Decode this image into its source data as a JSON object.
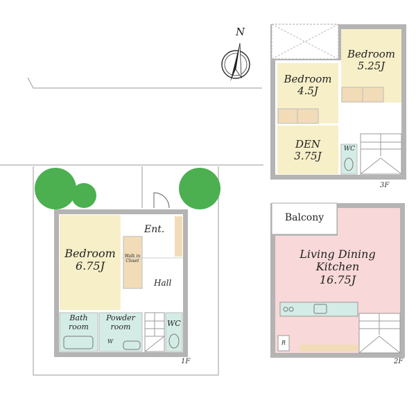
{
  "compass": {
    "label": "N"
  },
  "floors": {
    "f1": {
      "label": "1F",
      "rooms": {
        "bedroom": {
          "name": "Bedroom",
          "size": "6.75J"
        },
        "entrance": {
          "name": "Ent."
        },
        "closet": {
          "name": "Walk in",
          "name2": "Closet"
        },
        "hall": {
          "name": "Hall"
        },
        "bath": {
          "name": "Bath",
          "name2": "room"
        },
        "powder": {
          "name": "Powder",
          "name2": "room",
          "mark": "W"
        },
        "wc": {
          "name": "WC"
        }
      }
    },
    "f2": {
      "label": "2F",
      "rooms": {
        "balcony": {
          "name": "Balcony"
        },
        "ldk": {
          "name": "Living Dining",
          "name2": "Kitchen",
          "size": "16.75J"
        },
        "fridge": {
          "mark": "R"
        }
      }
    },
    "f3": {
      "label": "3F",
      "rooms": {
        "bedroom_a": {
          "name": "Bedroom",
          "size": "5.25J"
        },
        "bedroom_b": {
          "name": "Bedroom",
          "size": "4.5J"
        },
        "den": {
          "name": "DEN",
          "size": "3.75J"
        },
        "wc": {
          "name": "WC"
        }
      }
    }
  },
  "colors": {
    "wall": "#b4b4b4",
    "bedroom": "#f7efc8",
    "storage": "#f2dcb8",
    "wet": "#d4ece6",
    "ldk": "#f8d8d8",
    "tree": "#4caf50"
  }
}
